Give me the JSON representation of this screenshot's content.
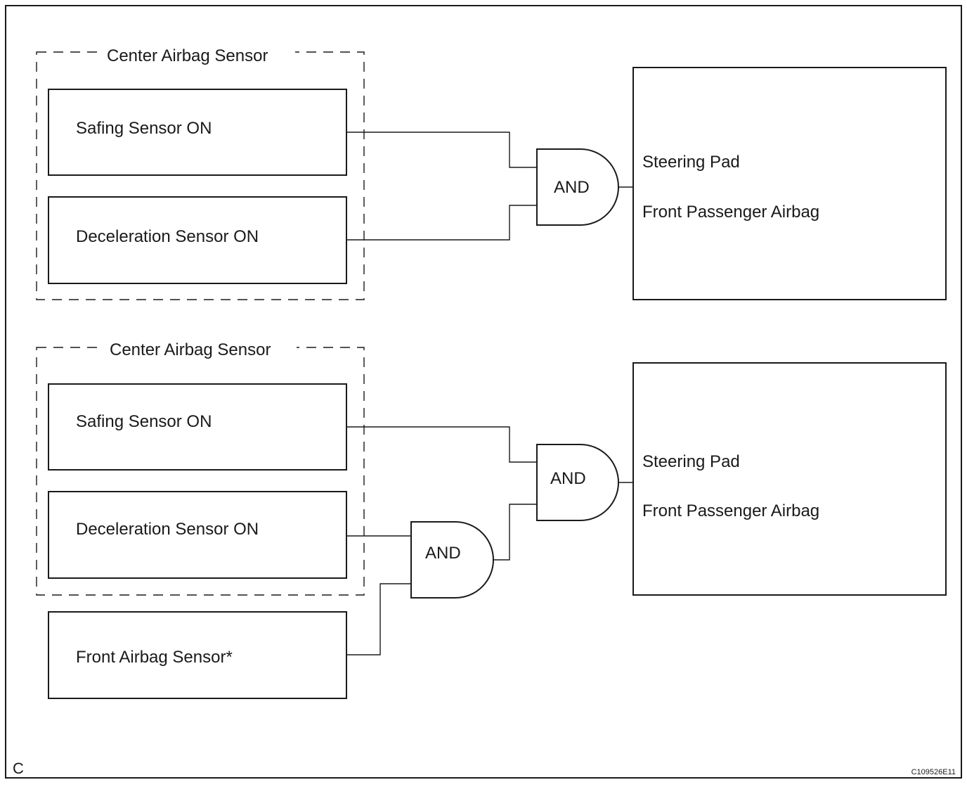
{
  "diagram": {
    "top": {
      "group_label": "Center Airbag Sensor",
      "safing_label": "Safing Sensor ON",
      "decel_label": "Deceleration Sensor ON",
      "gate_label": "AND",
      "output_line1": "Steering Pad",
      "output_line2": "Front Passenger Airbag"
    },
    "bottom": {
      "group_label": "Center Airbag Sensor",
      "safing_label": "Safing Sensor ON",
      "decel_label": "Deceleration Sensor ON",
      "front_label": "Front Airbag Sensor*",
      "gate_inner_label": "AND",
      "gate_outer_label": "AND",
      "output_line1": "Steering Pad",
      "output_line2": "Front Passenger Airbag"
    },
    "corner_label": "C",
    "figure_code": "C109526E11"
  }
}
